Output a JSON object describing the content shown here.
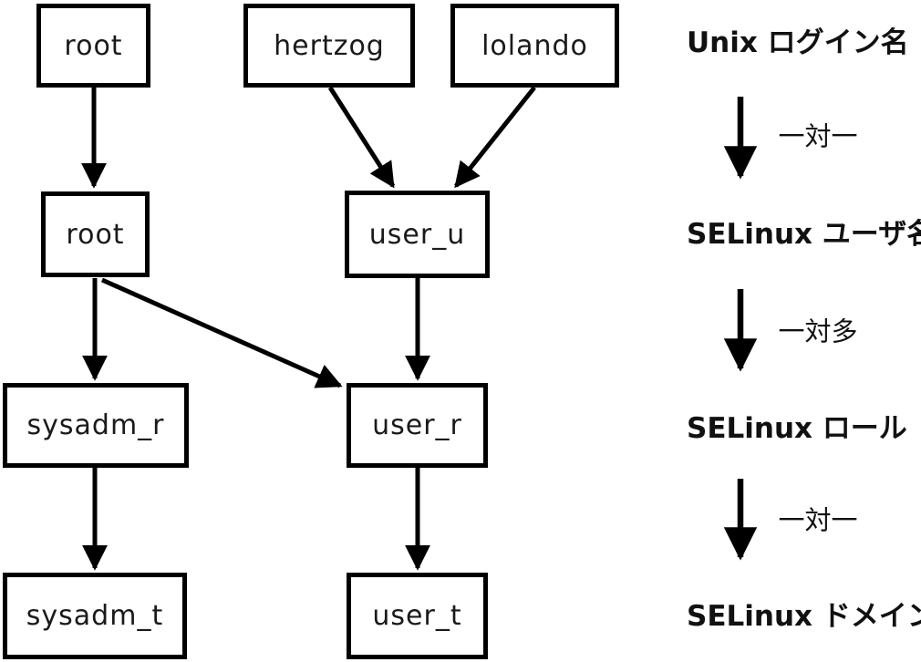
{
  "diagram": {
    "nodes": {
      "unix_root": "root",
      "unix_hertzog": "hertzog",
      "unix_lolando": "lolando",
      "selinux_root": "root",
      "user_u": "user_u",
      "sysadm_r": "sysadm_r",
      "user_r": "user_r",
      "sysadm_t": "sysadm_t",
      "user_t": "user_t"
    },
    "legend": {
      "unix_login": "Unix ログイン名",
      "relation_one_to_one_1": "一対一",
      "selinux_user": "SELinux ユーザ名",
      "relation_one_to_many": "一対多",
      "selinux_role": "SELinux ロール",
      "relation_one_to_one_2": "一対一",
      "selinux_domain": "SELinux ドメイン"
    },
    "colors": {
      "line": "#000000",
      "background": "#ffffff",
      "text": "#111111"
    }
  }
}
